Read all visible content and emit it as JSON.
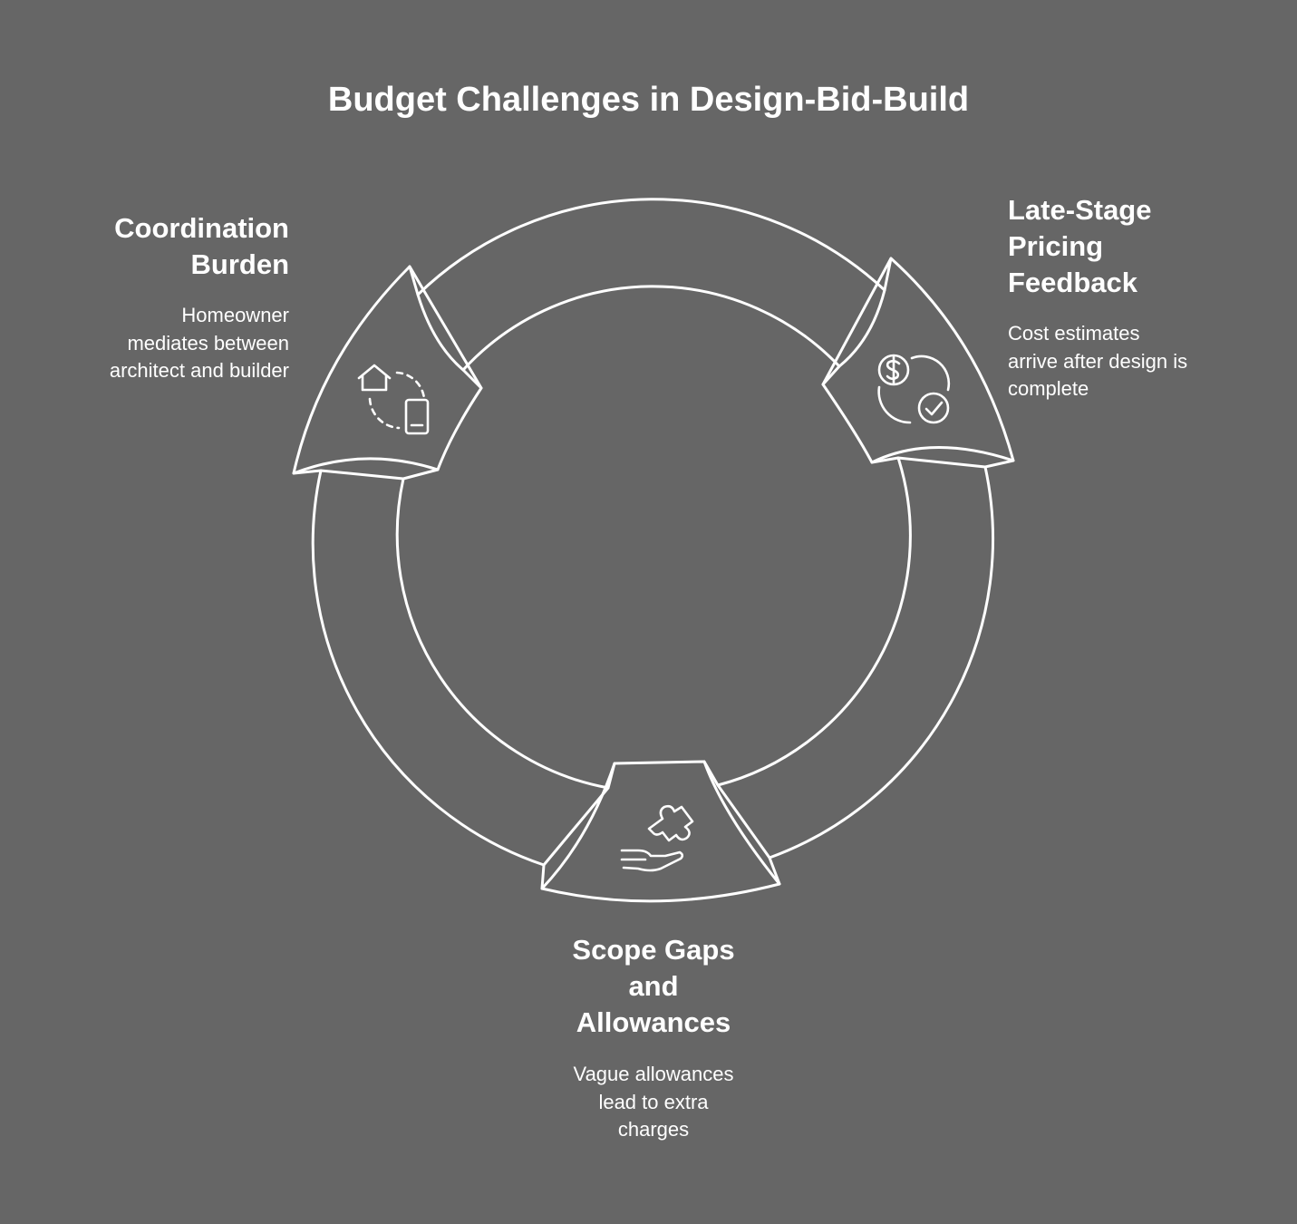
{
  "title": "Budget Challenges in Design-Bid-Build",
  "colors": {
    "background": "#666666",
    "stroke": "#ffffff",
    "text": "#ffffff"
  },
  "stages": [
    {
      "heading_lines": [
        "Coordination",
        "Burden"
      ],
      "description_lines": [
        "Homeowner",
        "mediates between",
        "architect and builder"
      ],
      "icon": "home-phone-sync-icon"
    },
    {
      "heading_lines": [
        "Late-Stage",
        "Pricing",
        "Feedback"
      ],
      "description_lines": [
        "Cost estimates",
        "arrive after design is",
        "complete"
      ],
      "icon": "dollar-check-cycle-icon"
    },
    {
      "heading_lines": [
        "Scope Gaps",
        "and",
        "Allowances"
      ],
      "description_lines": [
        "Vague allowances",
        "lead to extra",
        "charges"
      ],
      "icon": "puzzle-hand-icon"
    }
  ]
}
